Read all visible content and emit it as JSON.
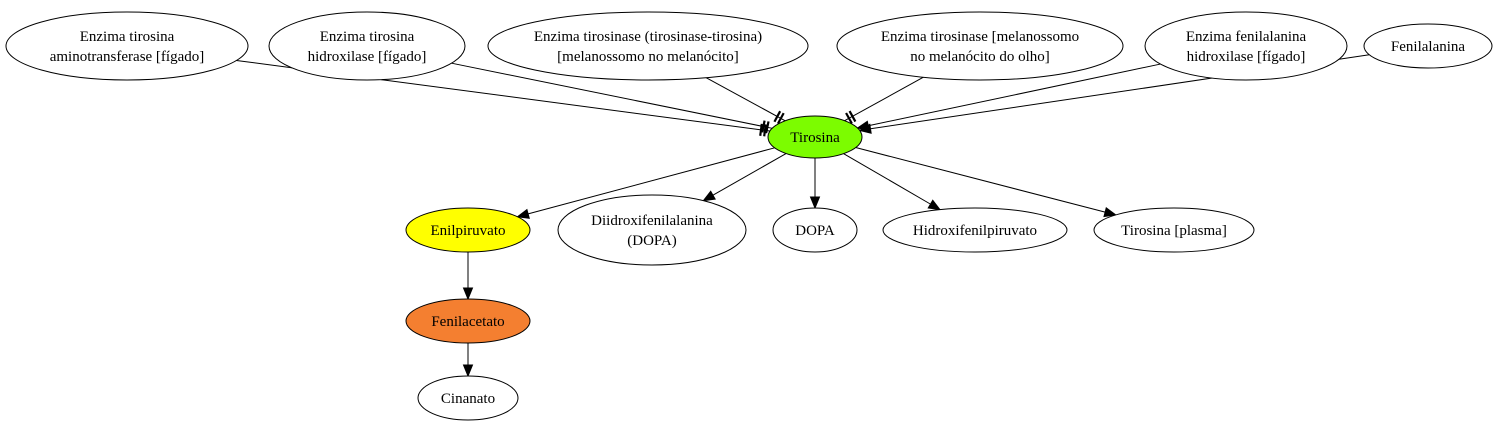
{
  "diagram": {
    "colors": {
      "tirosina": "#7cfc00",
      "enilpiruvato": "#ffff00",
      "fenilacetato": "#f47f30",
      "default": "#ffffff"
    },
    "nodes": [
      {
        "id": "tirosina_aminotransferase",
        "lines": [
          "Enzima tirosina",
          "aminotransferase [fígado]"
        ],
        "color": "#ffffff"
      },
      {
        "id": "tirosina_hidroxilase",
        "lines": [
          "Enzima tirosina",
          "hidroxilase [fígado]"
        ],
        "color": "#ffffff"
      },
      {
        "id": "tirosinase_melanocito",
        "lines": [
          "Enzima tirosinase (tirosinase-tirosina)",
          "[melanossomo no melanócito]"
        ],
        "color": "#ffffff"
      },
      {
        "id": "tirosinase_olho",
        "lines": [
          "Enzima tirosinase [melanossomo",
          "no melanócito do olho]"
        ],
        "color": "#ffffff"
      },
      {
        "id": "fenilalanina_hidroxilase",
        "lines": [
          "Enzima fenilalanina",
          "hidroxilase [fígado]"
        ],
        "color": "#ffffff"
      },
      {
        "id": "fenilalanina",
        "lines": [
          "Fenilalanina"
        ],
        "color": "#ffffff"
      },
      {
        "id": "tirosina",
        "lines": [
          "Tirosina"
        ],
        "color": "#7cfc00"
      },
      {
        "id": "enilpiruvato",
        "lines": [
          "Enilpiruvato"
        ],
        "color": "#ffff00"
      },
      {
        "id": "diidroxifenilalanina",
        "lines": [
          "Diidroxifenilalanina",
          "(DOPA)"
        ],
        "color": "#ffffff"
      },
      {
        "id": "dopa",
        "lines": [
          "DOPA"
        ],
        "color": "#ffffff"
      },
      {
        "id": "hidroxifenilpiruvato",
        "lines": [
          "Hidroxifenilpiruvato"
        ],
        "color": "#ffffff"
      },
      {
        "id": "tirosina_plasma",
        "lines": [
          "Tirosina [plasma]"
        ],
        "color": "#ffffff"
      },
      {
        "id": "fenilacetato",
        "lines": [
          "Fenilacetato"
        ],
        "color": "#f47f30"
      },
      {
        "id": "cinanato",
        "lines": [
          "Cinanato"
        ],
        "color": "#ffffff"
      }
    ],
    "edges": [
      {
        "from": "tirosina_aminotransferase",
        "to": "tirosina",
        "head": "tee"
      },
      {
        "from": "tirosina_hidroxilase",
        "to": "tirosina",
        "head": "tee"
      },
      {
        "from": "tirosinase_melanocito",
        "to": "tirosina",
        "head": "tee"
      },
      {
        "from": "tirosinase_olho",
        "to": "tirosina",
        "head": "tee"
      },
      {
        "from": "fenilalanina_hidroxilase",
        "to": "tirosina",
        "head": "arrow"
      },
      {
        "from": "fenilalanina",
        "to": "tirosina",
        "head": "arrow"
      },
      {
        "from": "tirosina",
        "to": "enilpiruvato",
        "head": "arrow"
      },
      {
        "from": "tirosina",
        "to": "diidroxifenilalanina",
        "head": "arrow"
      },
      {
        "from": "tirosina",
        "to": "dopa",
        "head": "arrow"
      },
      {
        "from": "tirosina",
        "to": "hidroxifenilpiruvato",
        "head": "arrow"
      },
      {
        "from": "tirosina",
        "to": "tirosina_plasma",
        "head": "arrow"
      },
      {
        "from": "enilpiruvato",
        "to": "fenilacetato",
        "head": "arrow"
      },
      {
        "from": "fenilacetato",
        "to": "cinanato",
        "head": "arrow"
      }
    ]
  }
}
